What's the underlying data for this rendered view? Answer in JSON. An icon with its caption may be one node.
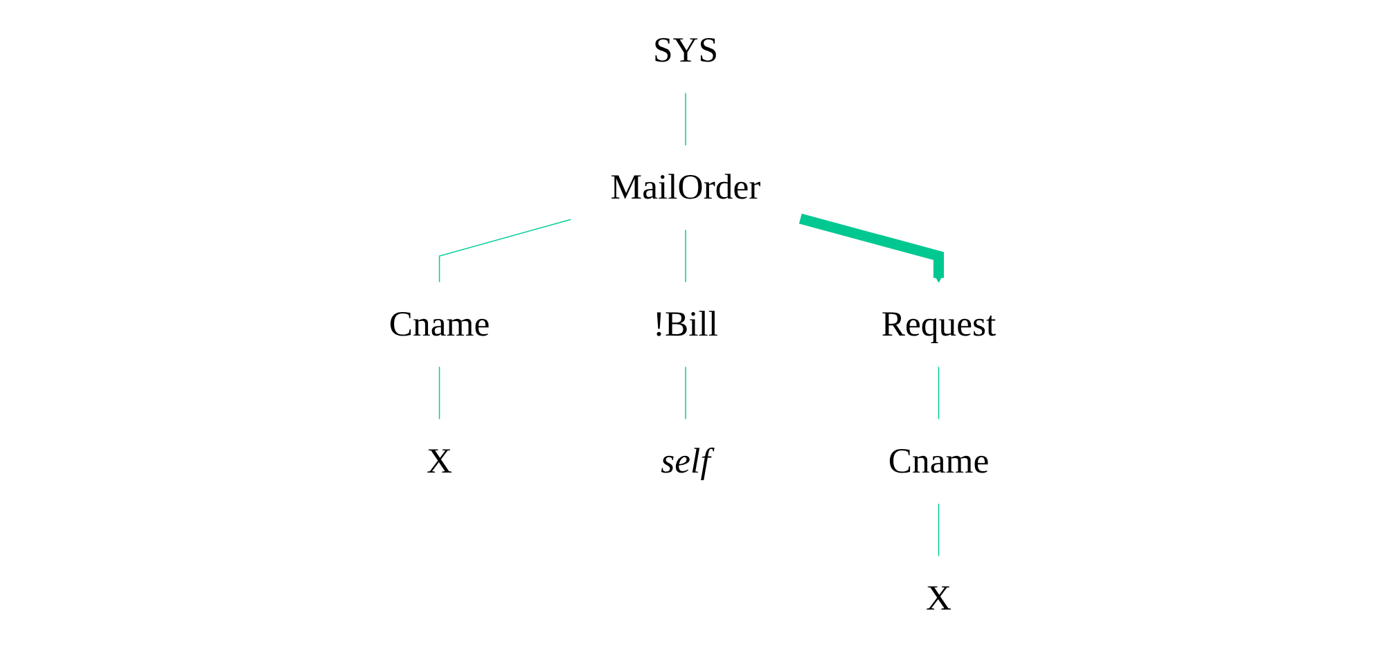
{
  "diagram": {
    "nodes": [
      {
        "text": [
          "SYS"
        ]
      },
      {
        "text": [
          "MailOrder"
        ]
      },
      {
        "text": [
          "Cname"
        ]
      },
      {
        "text": [
          "!Bill"
        ]
      },
      {
        "text": [
          "X"
        ]
      },
      {
        "text": [
          "self"
        ]
      },
      {
        "text": [
          "Request"
        ]
      },
      {
        "text": [
          "Cname"
        ]
      },
      {
        "text": [
          "X"
        ]
      }
    ],
    "edges": [
      {
        "from": 0,
        "to": 1,
        "arrow": "none"
      },
      {
        "from": 1,
        "to": 2,
        "arrow": "none"
      },
      {
        "from": 1,
        "to": 3,
        "arrow": "none"
      },
      {
        "from": 2,
        "to": 4,
        "arrow": "none"
      },
      {
        "from": 3,
        "to": 5,
        "arrow": "none"
      },
      {
        "from": 1,
        "to": 6,
        "arrow": "to",
        "style": "thick",
        "color": "#00c890"
      },
      {
        "from": 6,
        "to": 7,
        "arrow": "none"
      },
      {
        "from": 7,
        "to": 8,
        "arrow": "none"
      }
    ]
  }
}
